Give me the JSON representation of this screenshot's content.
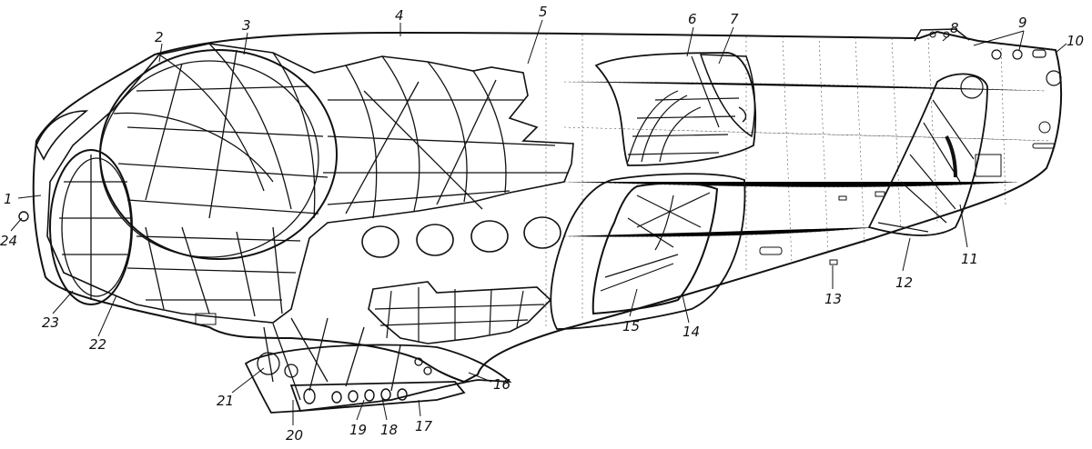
{
  "figure": {
    "callouts": [
      "1",
      "2",
      "3",
      "4",
      "5",
      "6",
      "7",
      "8",
      "9",
      "10",
      "11",
      "12",
      "13",
      "14",
      "15",
      "16",
      "17",
      "18",
      "19",
      "20",
      "21",
      "22",
      "23",
      "24"
    ]
  },
  "colors": {
    "ink": "#111111",
    "paper": "#ffffff"
  }
}
